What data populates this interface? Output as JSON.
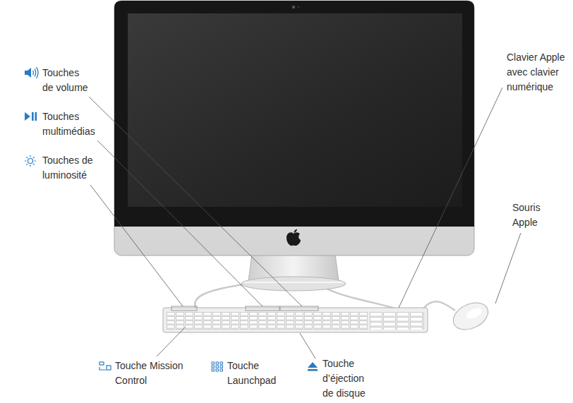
{
  "diagram": {
    "labels": [
      "Touches de volume",
      "Clavier Apple avec clavier numérique",
      "Touches multimédias",
      "Touches de luminosité",
      "Souris Apple",
      "Touche Mission Control",
      "Touche Launchpad",
      "Touche d’éjection de disque"
    ]
  }
}
